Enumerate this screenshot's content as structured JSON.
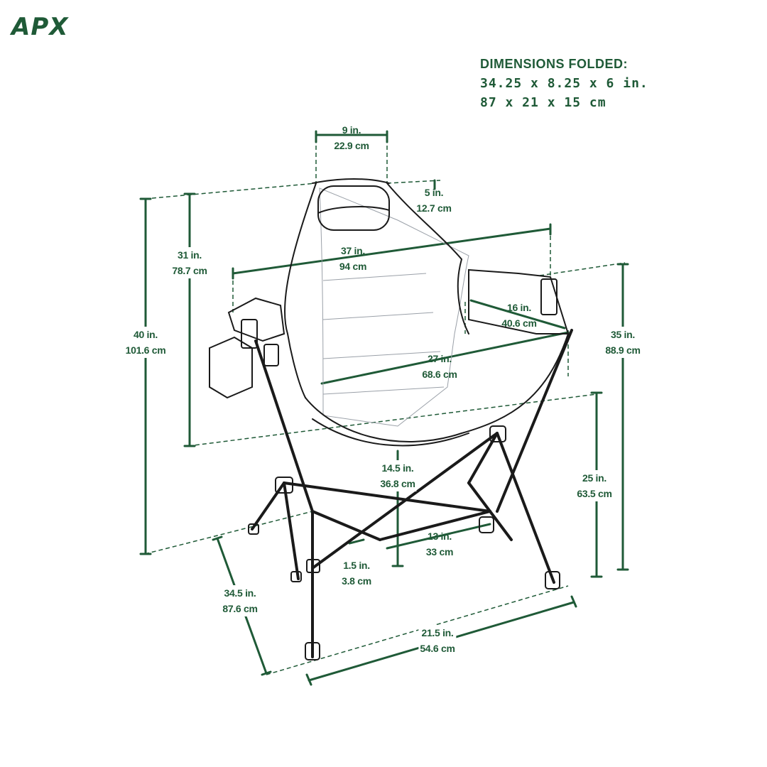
{
  "brand": {
    "logo": "APX"
  },
  "folded": {
    "title": "DIMENSIONS FOLDED:",
    "imperial": "34.25  x  8.25  x  6  in.",
    "metric": "87  x  21  x  15  cm"
  },
  "dims": {
    "headrest_width": {
      "in": "9 in.",
      "cm": "22.9 cm"
    },
    "headrest_height": {
      "in": "5 in.",
      "cm": "12.7 cm"
    },
    "overall_width": {
      "in": "37 in.",
      "cm": "94 cm"
    },
    "back_height": {
      "in": "31 in.",
      "cm": "78.7 cm"
    },
    "total_height": {
      "in": "40 in.",
      "cm": "101.6 cm"
    },
    "arm_depth": {
      "in": "16 in.",
      "cm": "40.6 cm"
    },
    "arm_height": {
      "in": "35 in.",
      "cm": "88.9 cm"
    },
    "seat_width": {
      "in": "27 in.",
      "cm": "68.6 cm"
    },
    "seat_height_front": {
      "in": "14.5 in.",
      "cm": "36.8 cm"
    },
    "seat_height": {
      "in": "25 in.",
      "cm": "63.5 cm"
    },
    "rail_span": {
      "in": "13 in.",
      "cm": "33 cm"
    },
    "rail_tube": {
      "in": "1.5 in.",
      "cm": "3.8 cm"
    },
    "base_depth": {
      "in": "34.5 in.",
      "cm": "87.6 cm"
    },
    "base_width": {
      "in": "21.5 in.",
      "cm": "54.6 cm"
    }
  }
}
